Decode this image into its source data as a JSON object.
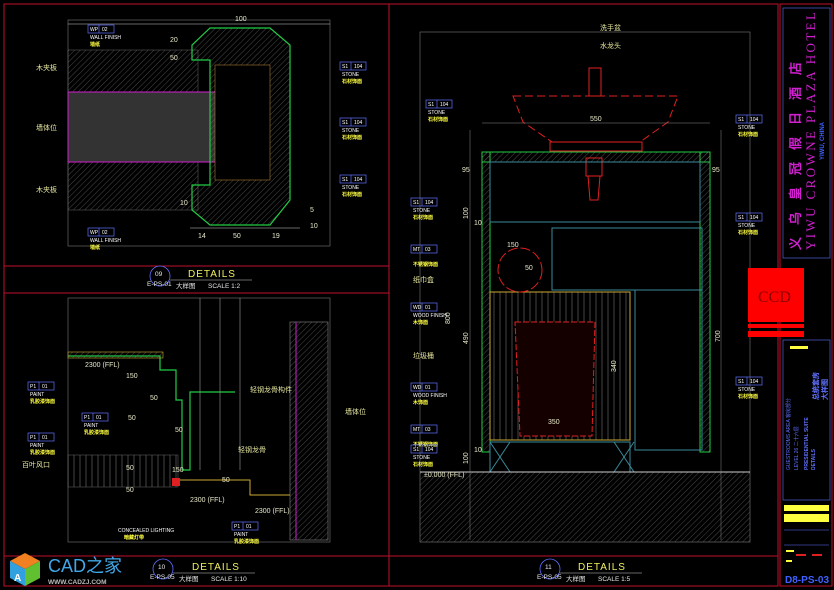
{
  "title_block": {
    "hotel_cn": "义乌皇冠假日酒店",
    "hotel_en": "YIWU CROWNE PLAZA HOTEL",
    "location": "YIWU, CHINA",
    "area": "GUESTROOMS AREA  客房部分",
    "level": "LEVEL 26  二十六层",
    "room": "PRESIDENTIAL SUITE",
    "sheet_type": "DETAILS",
    "room_cn": "总统套房",
    "sheet_type_cn": "大样图",
    "drawing_no": "D8-PS-03",
    "logo_text": "CCD"
  },
  "watermark": {
    "brand": "CAD之家",
    "url": "WWW.CADZJ.COM"
  },
  "details": [
    {
      "number": "09",
      "ref": "E-PS-01",
      "title": "DETAILS",
      "title_cn": "大样图",
      "scale": "SCALE  1:2"
    },
    {
      "number": "10",
      "ref": "E-PS-05",
      "title": "DETAILS",
      "title_cn": "大样图",
      "scale": "SCALE  1:10"
    },
    {
      "number": "11",
      "ref": "E-PS-05",
      "title": "DETAILS",
      "title_cn": "大样图",
      "scale": "SCALE  1:5"
    }
  ],
  "annotations": {
    "d09": {
      "plywood_top": "木夹板",
      "wall": "墙体位",
      "plywood_bottom": "木夹板",
      "dims": [
        "100",
        "20",
        "50",
        "14",
        "50",
        "19",
        "10",
        "5",
        "10"
      ]
    },
    "d10": {
      "light_steel_fixing": "轻钢龙骨构件",
      "light_steel": "轻钢龙骨",
      "wall": "墙体位",
      "louver": "百叶风口",
      "ffl_1": "2300 (FFL)",
      "ffl_2": "2300 (FFL)",
      "ffl_3": "2300 (FFL)",
      "concealed_light": "CONCEALED LIGHTING",
      "concealed_light_cn": "暗藏灯带",
      "dims": [
        "150",
        "50",
        "50",
        "50",
        "150",
        "50",
        "50",
        "50"
      ]
    },
    "d11": {
      "basin": "洗手盆",
      "faucet": "水龙头",
      "tissue_box": "纸巾盒",
      "bin": "垃圾桶",
      "ffl": "±0.000 (FFL)",
      "dims": [
        "550",
        "150",
        "50",
        "800",
        "490",
        "340",
        "350",
        "700",
        "100",
        "10",
        "10",
        "95",
        "95",
        "100"
      ]
    }
  },
  "tags": [
    {
      "code": "WP",
      "num": "02",
      "l1": "WALL FINISH",
      "l2": "墙纸"
    },
    {
      "code": "S1",
      "num": "104",
      "l1": "STONE",
      "l2": "石材饰面"
    },
    {
      "code": "S1",
      "num": "104",
      "l1": "STONE",
      "l2": "石材饰面"
    },
    {
      "code": "S1",
      "num": "104",
      "l1": "STONE",
      "l2": "石材饰面"
    },
    {
      "code": "WP",
      "num": "02",
      "l1": "WALL FINISH",
      "l2": "墙纸"
    },
    {
      "code": "P1",
      "num": "01",
      "l1": "PAINT",
      "l2": "乳胶漆饰面"
    },
    {
      "code": "P1",
      "num": "01",
      "l1": "PAINT",
      "l2": "乳胶漆饰面"
    },
    {
      "code": "P1",
      "num": "01",
      "l1": "PAINT",
      "l2": "乳胶漆饰面"
    },
    {
      "code": "P1",
      "num": "01",
      "l1": "PAINT",
      "l2": "乳胶漆饰面"
    },
    {
      "code": "S1",
      "num": "104",
      "l1": "STONE",
      "l2": "石材饰面"
    },
    {
      "code": "S1",
      "num": "104",
      "l1": "STONE",
      "l2": "石材饰面"
    },
    {
      "code": "S1",
      "num": "104",
      "l1": "STONE",
      "l2": "石材饰面"
    },
    {
      "code": "S1",
      "num": "104",
      "l1": "STONE",
      "l2": "石材饰面"
    },
    {
      "code": "MT",
      "num": "03",
      "l1": "",
      "l2": "不锈钢饰面"
    },
    {
      "code": "WD",
      "num": "01",
      "l1": "WOOD FINISH",
      "l2": "木饰面"
    },
    {
      "code": "WD",
      "num": "01",
      "l1": "WOOD FINISH",
      "l2": "木饰面"
    },
    {
      "code": "MT",
      "num": "03",
      "l1": "",
      "l2": "不锈钢饰面"
    },
    {
      "code": "S1",
      "num": "104",
      "l1": "STONE",
      "l2": "石材饰面"
    },
    {
      "code": "S1",
      "num": "104",
      "l1": "STONE",
      "l2": "石材饰面"
    }
  ],
  "colors": {
    "frame": "#c0102a",
    "wall": "#22cc44",
    "basin": "#e02020",
    "magenta": "#d020d0",
    "tag": "#6070ff",
    "label": "#ffff40",
    "logo": "#ff0000"
  }
}
